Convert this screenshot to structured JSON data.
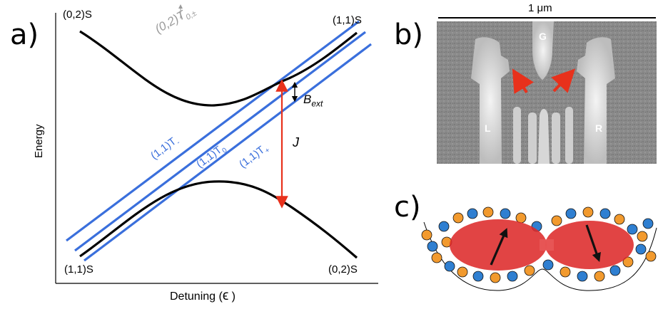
{
  "panels": {
    "a": {
      "letter": "a)",
      "xlabel": "Detuning (",
      "xlabel_symbol": "ϵ",
      "xlabel_end": " )",
      "ylabel": "Energy",
      "labels": {
        "top_left_state": "(0,2)S",
        "top_right_state": "(1,1)S",
        "bottom_left_state": "(1,1)S",
        "bottom_right_state": "(0,2)S",
        "triplet_02_main": "(0,2)T",
        "triplet_02_sub": "0,±",
        "t_minus_main": "(1,1)T",
        "t_minus_sub": "-",
        "t_zero_main": "(1,1)T",
        "t_zero_sub": "0",
        "t_plus_main": "(1,1)T",
        "t_plus_sub": "+",
        "b_ext_main": "B",
        "b_ext_sub": "ext",
        "exchange": "J"
      },
      "colors": {
        "singlet": "#000000",
        "triplet": "#3a6fdc",
        "arrow": "#e8311c",
        "faded": "#9a9a9a"
      }
    },
    "b": {
      "letter": "b)",
      "scale_label": "1 μm",
      "gate_labels": {
        "top": "G",
        "left": "L",
        "right": "R"
      }
    },
    "c": {
      "letter": "c)"
    }
  }
}
